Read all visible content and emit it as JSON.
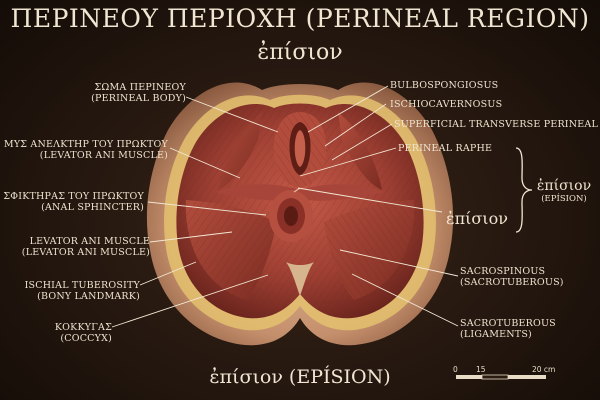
{
  "title": "ΠΕΡΙΝΕΟΥ ΠΕΡΙΟΧΗ (PERINEAL REGION)",
  "subtitle": "ἐπίσιον",
  "labels_left": [
    {
      "line1": "ΣΩΜΑ ΠΕΡΙΝΕΟΥ",
      "line2": "(PERINEAL BODY)"
    },
    {
      "line1": "ΜΥΣ ΑΝΕΛΚΤΗΡ ΤΟΥ ΠΡΩΚΤΟΥ",
      "line2": "(LEVATOR ANI MUSCLE)"
    },
    {
      "line1": "ΣΦΙΚΤΗΡΑΣ ΤΟΥ ΠΡΩΚΤΟΥ",
      "line2": "(ANAL SPHINCTER)"
    },
    {
      "line1": "LEVATOR ANI MUSCLE",
      "line2": "(LEVATOR ANI MUSCLE)"
    },
    {
      "line1": "ISCHIAL TUBEROSITY",
      "line2": "(BONY LANDMARK)"
    },
    {
      "line1": "ΚΟΚΚΥΓΑΣ",
      "line2": "(COCCYX)"
    }
  ],
  "labels_right": [
    {
      "line1": "BULBOSPONGIOSUS"
    },
    {
      "line1": "ISCHIOCAVERNOSUS"
    },
    {
      "line1": "SUPERFICIAL TRANSVERSE PERINEAL"
    },
    {
      "line1": "PERINEAL RAPHE"
    },
    {
      "line1": "SACROSPINOUS",
      "line2": "(SACROTUBEROUS)"
    },
    {
      "line1": "SACROTUBEROUS",
      "line2": "(LIGAMENTS)"
    }
  ],
  "center_label": "ἐπίσιον",
  "brace_label": {
    "line1": "ἐπίσιον",
    "line2": "(EPÍSION)"
  },
  "footer": "ἐπίσιον (EPÍSION)",
  "scale": {
    "ticks": [
      "0",
      "15",
      "20 cm"
    ]
  },
  "colors": {
    "background": "#24170f",
    "text": "#f1e6d2",
    "muscle": "#9e3f33",
    "skin": "#cfa07f"
  }
}
